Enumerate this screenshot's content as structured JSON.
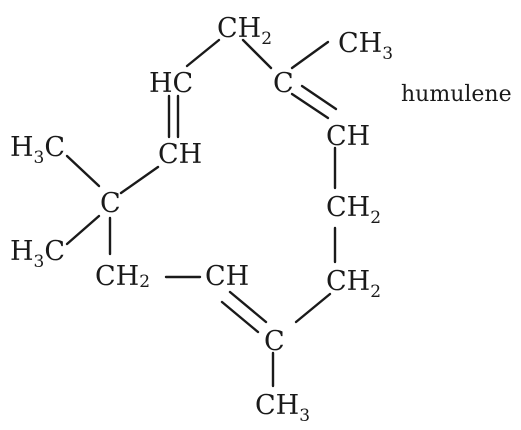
{
  "molecule_name": "humulene",
  "atoms": {
    "ch2_top": {
      "main": "CH",
      "sub": "2"
    },
    "ch3_top": {
      "main": "CH",
      "sub": "3"
    },
    "hc_left": {
      "main": "HC"
    },
    "c_upper_right": {
      "main": "C"
    },
    "ch_right": {
      "main": "CH"
    },
    "ch_left": {
      "main": "CH"
    },
    "h3c_top": {
      "pre": "H",
      "sub": "3",
      "post": "C"
    },
    "c_quaternary": {
      "main": "C"
    },
    "h3c_bottom": {
      "pre": "H",
      "sub": "3",
      "post": "C"
    },
    "ch2_right_upper": {
      "main": "CH",
      "sub": "2"
    },
    "ch2_bottom_left": {
      "main": "CH",
      "sub": "2"
    },
    "ch_bottom": {
      "main": "CH"
    },
    "ch2_right_lower": {
      "main": "CH",
      "sub": "2"
    },
    "c_lower": {
      "main": "C"
    },
    "ch3_bottom": {
      "main": "CH",
      "sub": "3"
    }
  }
}
